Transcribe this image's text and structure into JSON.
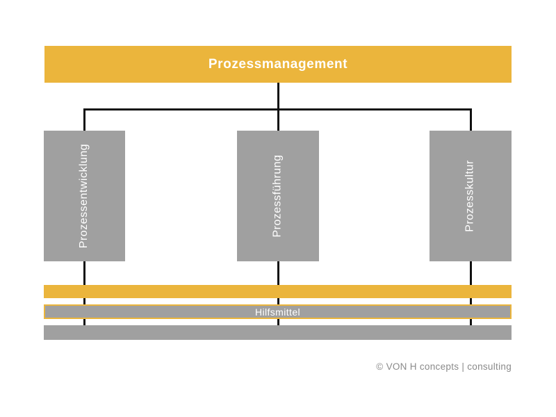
{
  "diagram": {
    "title": "Prozessmanagement",
    "pillars": [
      {
        "label": "Prozessentwicklung"
      },
      {
        "label": "Prozessführung"
      },
      {
        "label": "Prozesskultur"
      }
    ],
    "support_bars": [
      {
        "label": "",
        "style": "accent-yellow"
      },
      {
        "label": "Hilfsmittel",
        "style": "gray-with-yellow-border"
      },
      {
        "label": "",
        "style": "gray"
      }
    ],
    "footer_credit": "© VON H concepts | consulting",
    "colors": {
      "accent_yellow": "#EBB53C",
      "box_gray": "#A0A0A0",
      "connector_black": "#111111",
      "label_white": "#FFFFFF",
      "footer_gray": "#8A8A8A"
    }
  }
}
